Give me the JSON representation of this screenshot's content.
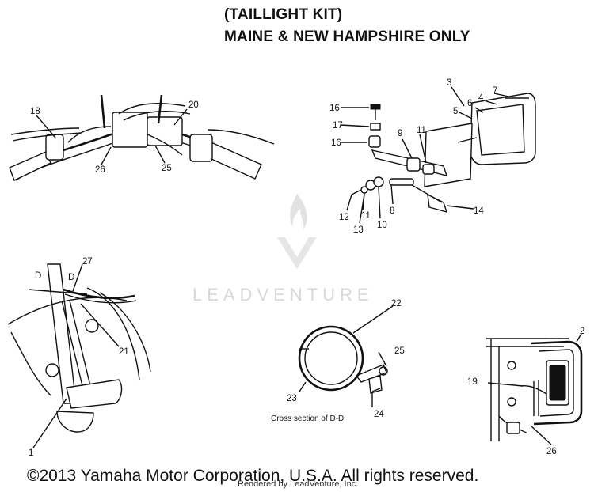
{
  "title": {
    "line1": "(TAILLIGHT KIT)",
    "line2": "MAINE & NEW HAMPSHIRE ONLY"
  },
  "watermark": "LEADVENTURE",
  "caption": "Cross section of D-D",
  "footer": {
    "copyright": "©2013 Yamaha Motor Corporation, U.S.A. All rights reserved.",
    "rendered_by": "Rendered by LeadVenture, Inc."
  },
  "callouts": {
    "handlebar": [
      "18",
      "20",
      "26",
      "25"
    ],
    "taillight": [
      "3",
      "7",
      "4",
      "6",
      "5",
      "16",
      "17",
      "16",
      "9",
      "11",
      "14",
      "12",
      "11",
      "13",
      "8",
      "10"
    ],
    "frame": [
      "D",
      "D",
      "27",
      "21",
      "1"
    ],
    "clamp": [
      "22",
      "25",
      "23",
      "24"
    ],
    "rear": [
      "2",
      "19",
      "26"
    ]
  }
}
